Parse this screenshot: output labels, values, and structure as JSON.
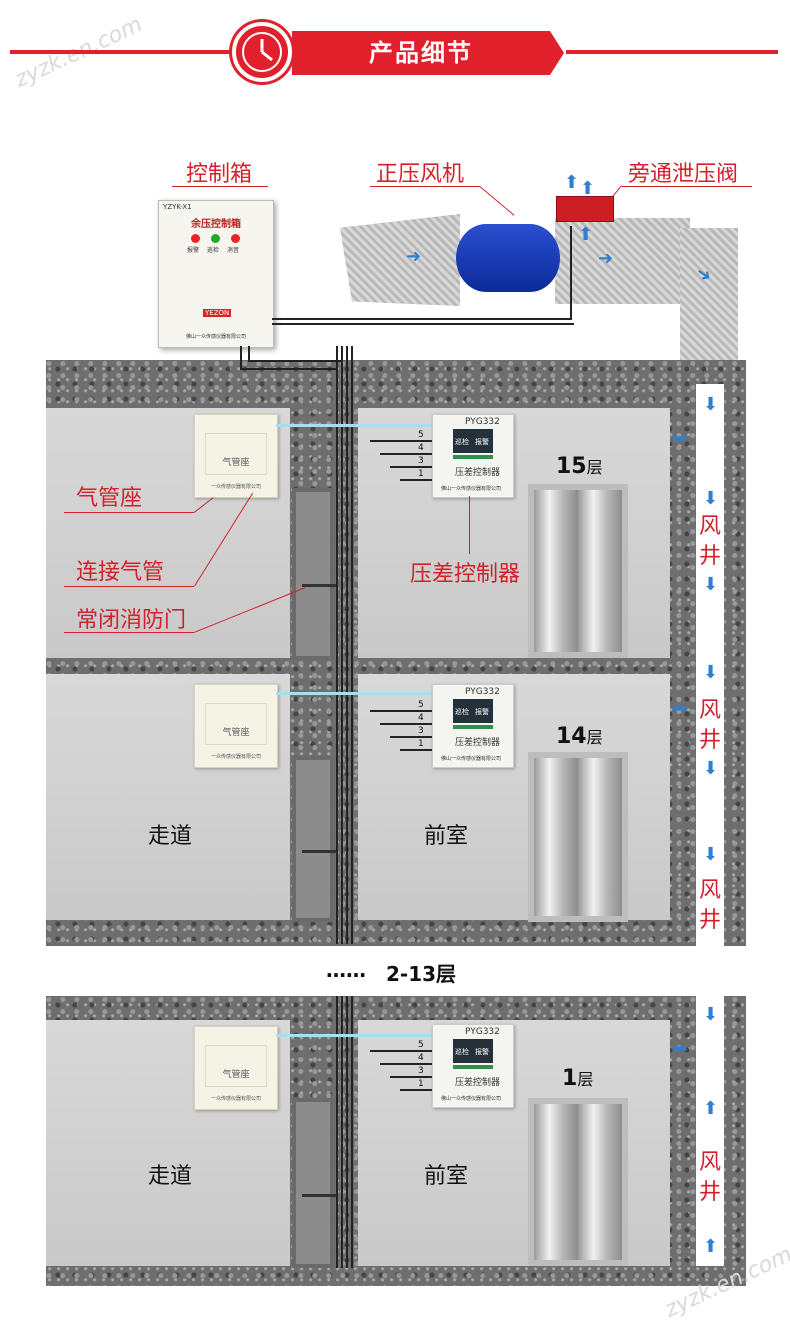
{
  "header": {
    "title": "产品细节"
  },
  "watermark": "zyzk.en.com",
  "top": {
    "control_box_label": "控制箱",
    "fan_label": "正压风机",
    "bypass_label": "旁通泄压阀",
    "control_box": {
      "model": "YZYK-X1",
      "title": "余压控制箱",
      "lamps": [
        "报警",
        "巡检",
        "消音"
      ],
      "brand": "YEZON",
      "company": "佛山一众传感仪器有限公司"
    }
  },
  "callouts": {
    "gas_seat": "气管座",
    "connect_pipe": "连接气管",
    "fire_door": "常闭消防门",
    "controller": "压差控制器"
  },
  "controller": {
    "model": "PYG332",
    "buttons": [
      "巡检",
      "报警"
    ],
    "name": "压差控制器",
    "company": "佛山一众传感仪器有限公司",
    "terminals": [
      "5",
      "4",
      "3",
      "1"
    ]
  },
  "gas_seat_box": {
    "name": "气管座",
    "company": "一众传感仪器有限公司"
  },
  "floors": [
    {
      "number": "15",
      "unit": "层",
      "corridor": "",
      "anteroom": ""
    },
    {
      "number": "14",
      "unit": "层",
      "corridor": "走道",
      "anteroom": "前室"
    },
    {
      "number": "1",
      "unit": "层",
      "corridor": "走道",
      "anteroom": "前室"
    }
  ],
  "between": {
    "dots": "……",
    "range": "2-13层"
  },
  "shaft_label": [
    "风",
    "井"
  ]
}
